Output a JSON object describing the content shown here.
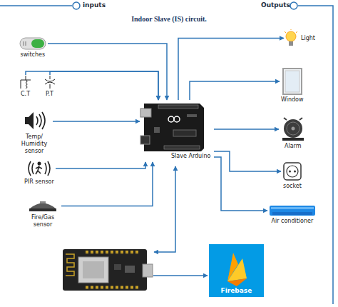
{
  "diagram": {
    "title": "Indoor Slave (IS) circuit.",
    "nodes": [
      {
        "text": [
          "switches"
        ]
      },
      {
        "text": [
          "C.T"
        ]
      },
      {
        "text": [
          "P.T"
        ]
      },
      {
        "text": [
          "Temp/ Humidity sensor"
        ]
      },
      {
        "text": [
          "PIR sensor"
        ]
      },
      {
        "text": [
          "Fire/Gas sensor"
        ]
      },
      {
        "text": [
          "Slave Arduino"
        ]
      },
      {
        "text": [
          "Light"
        ]
      },
      {
        "text": [
          "Window"
        ]
      },
      {
        "text": [
          "Alarm"
        ]
      },
      {
        "text": [
          "socket"
        ]
      },
      {
        "text": [
          "Air conditioner"
        ]
      },
      {
        "text": [
          "Firebase"
        ]
      }
    ],
    "edges": [
      {
        "from": 0,
        "to": 6,
        "arrow": "to"
      },
      {
        "from": 1,
        "to": 6,
        "arrow": "to"
      },
      {
        "from": 2,
        "to": 6,
        "arrow": "to"
      },
      {
        "from": 3,
        "to": 6,
        "arrow": "to"
      },
      {
        "from": 4,
        "to": 6,
        "arrow": "to"
      },
      {
        "from": 5,
        "to": 6,
        "arrow": "to"
      },
      {
        "from": 6,
        "to": 7,
        "arrow": "to"
      },
      {
        "from": 6,
        "to": 8,
        "arrow": "to"
      },
      {
        "from": 6,
        "to": 9,
        "arrow": "to"
      },
      {
        "from": 6,
        "to": 10,
        "arrow": "to"
      },
      {
        "from": 6,
        "to": 11,
        "arrow": "to"
      }
    ],
    "labels": [
      "inputs",
      "Outputs"
    ]
  }
}
